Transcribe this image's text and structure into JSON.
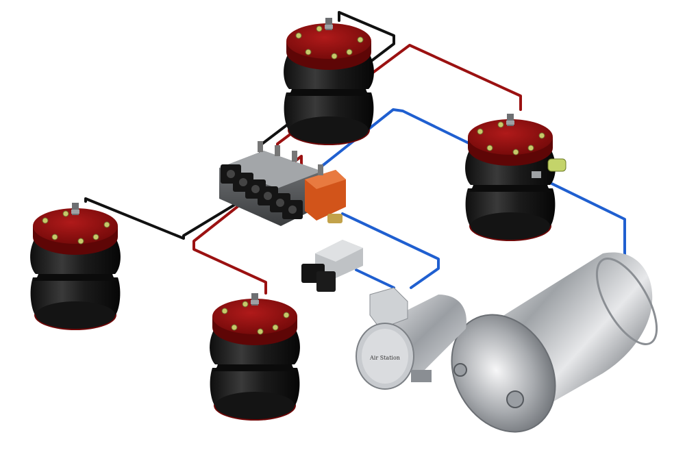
{
  "diagram": {
    "components": {
      "air_springs": [
        "top",
        "right",
        "left",
        "front"
      ],
      "valve_block": "manifold",
      "solenoid_valve": "solenoid",
      "compressor": "compressor",
      "tank": "air-tank"
    },
    "compressor_label": "Air Station",
    "colors": {
      "spring_cap": "#8e0f0f",
      "bellows": "#1a1a1a",
      "line_black": "#111111",
      "line_red": "#9b1111",
      "line_blue": "#1f5fd0",
      "valve_orange": "#d2541a",
      "tank_metal": "#b9bcc0"
    }
  }
}
